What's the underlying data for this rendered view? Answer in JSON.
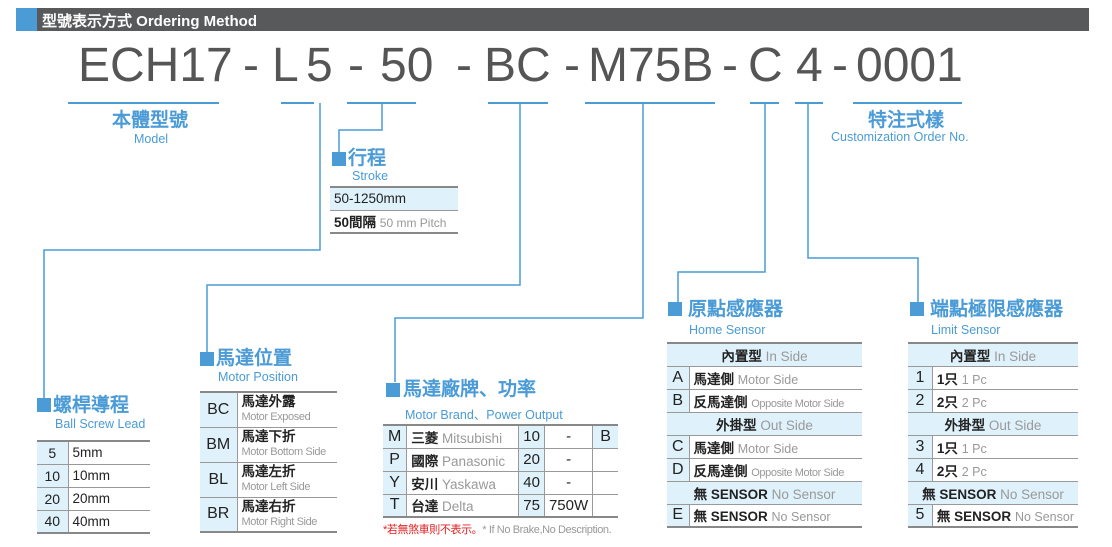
{
  "header": {
    "title": "型號表示方式 Ordering Method"
  },
  "code": {
    "model": "ECH17",
    "dash": "-",
    "lead_prefix": "L",
    "lead": "5",
    "stroke": "50",
    "position": "BC",
    "motor": "M75B",
    "home": "C",
    "limit": "4",
    "custom": "0001"
  },
  "colors": {
    "accent": "#4a9bd6",
    "header_bg": "#58595b",
    "cell_bg": "#dff1fb"
  },
  "model": {
    "title": "本體型號",
    "subtitle": "Model"
  },
  "custom": {
    "title": "特注式樣",
    "subtitle": "Customization Order No."
  },
  "stroke": {
    "title": "行程",
    "subtitle": "Stroke",
    "rows": [
      {
        "main": "50-1250mm",
        "en": ""
      },
      {
        "main": "50間隔",
        "en": "50 mm Pitch"
      }
    ]
  },
  "lead": {
    "title": "螺桿導程",
    "subtitle": "Ball Screw Lead",
    "rows": [
      {
        "code": "5",
        "value": "5mm"
      },
      {
        "code": "10",
        "value": "10mm"
      },
      {
        "code": "20",
        "value": "20mm"
      },
      {
        "code": "40",
        "value": "40mm"
      }
    ]
  },
  "position": {
    "title": "馬達位置",
    "subtitle": "Motor Position",
    "rows": [
      {
        "code": "BC",
        "zh": "馬達外露",
        "en": "Motor Exposed"
      },
      {
        "code": "BM",
        "zh": "馬達下折",
        "en": "Motor Bottom Side"
      },
      {
        "code": "BL",
        "zh": "馬達左折",
        "en": "Motor Left Side"
      },
      {
        "code": "BR",
        "zh": "馬達右折",
        "en": "Motor Right Side"
      }
    ]
  },
  "brand": {
    "title": "馬達廠牌、功率",
    "subtitle": "Motor Brand、Power Output",
    "rows": [
      {
        "code": "M",
        "zh": "三菱",
        "en": "Mitsubishi",
        "num": "10",
        "power": "-",
        "brake": "B"
      },
      {
        "code": "P",
        "zh": "國際",
        "en": "Panasonic",
        "num": "20",
        "power": "-",
        "brake": ""
      },
      {
        "code": "Y",
        "zh": "安川",
        "en": "Yaskawa",
        "num": "40",
        "power": "-",
        "brake": ""
      },
      {
        "code": "T",
        "zh": "台達",
        "en": "Delta",
        "num": "75",
        "power": "750W",
        "brake": ""
      }
    ],
    "note_zh": "*若無煞車則不表示。",
    "note_en": "* If No Brake,No Description."
  },
  "home": {
    "title": "原點感應器",
    "subtitle": "Home Sensor",
    "rows": [
      {
        "header": "內置型",
        "en": "In Side"
      },
      {
        "code": "A",
        "zh": "馬達側",
        "en": "Motor Side"
      },
      {
        "code": "B",
        "zh": "反馬達側",
        "en": "Opposite Motor Side"
      },
      {
        "header": "外掛型",
        "en": "Out Side"
      },
      {
        "code": "C",
        "zh": "馬達側",
        "en": "Motor Side"
      },
      {
        "code": "D",
        "zh": "反馬達側",
        "en": "Opposite Motor Side"
      },
      {
        "header": "無 SENSOR",
        "en": "No Sensor"
      },
      {
        "code": "E",
        "zh": "無 SENSOR",
        "en": "No Sensor"
      }
    ]
  },
  "limit": {
    "title": "端點極限感應器",
    "subtitle": "Limit Sensor",
    "rows": [
      {
        "header": "內置型",
        "en": "In Side"
      },
      {
        "code": "1",
        "zh": "1只",
        "en": "1 Pc"
      },
      {
        "code": "2",
        "zh": "2只",
        "en": "2 Pc"
      },
      {
        "header": "外掛型",
        "en": "Out Side"
      },
      {
        "code": "3",
        "zh": "1只",
        "en": "1 Pc"
      },
      {
        "code": "4",
        "zh": "2只",
        "en": "2 Pc"
      },
      {
        "header": "無 SENSOR",
        "en": "No Sensor"
      },
      {
        "code": "5",
        "zh": "無 SENSOR",
        "en": "No Sensor"
      }
    ]
  }
}
